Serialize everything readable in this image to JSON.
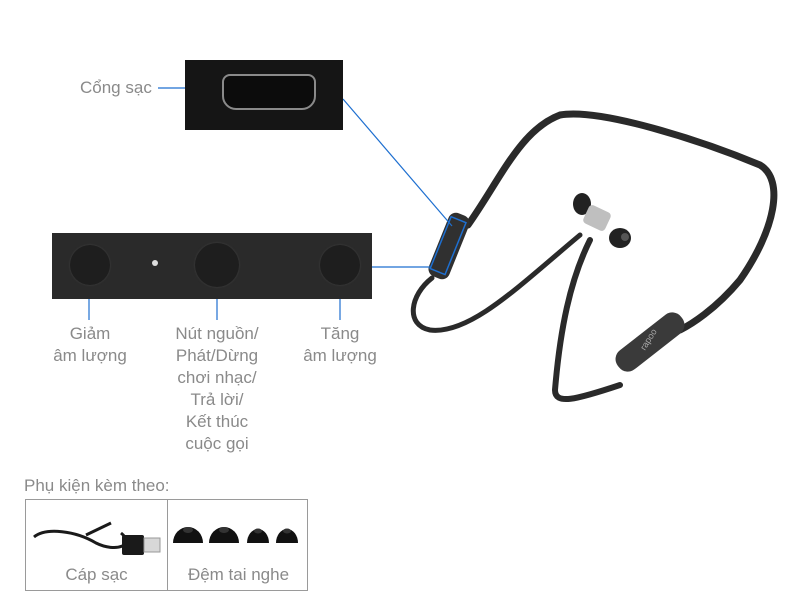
{
  "diagram": {
    "subject": "Bluetooth neckband earphones",
    "brand_mark": "rapoo",
    "accent_color": "#1e6fd0",
    "callouts": {
      "charging_port": "Cổng sạc",
      "volume_down": [
        "Giảm",
        "âm lượng"
      ],
      "power_button": [
        "Nút nguồn/",
        "Phát/Dừng",
        "chơi nhạc/",
        "Trả lời/",
        "Kết thúc",
        "cuộc gọi"
      ],
      "volume_up": [
        "Tăng",
        "âm lượng"
      ]
    },
    "accessories": {
      "heading": "Phụ kiện kèm theo:",
      "items": [
        {
          "label": "Cáp sạc",
          "icon": "usb-cable-icon"
        },
        {
          "label": "Đệm tai nghe",
          "icon": "ear-tips-icon"
        }
      ]
    }
  }
}
